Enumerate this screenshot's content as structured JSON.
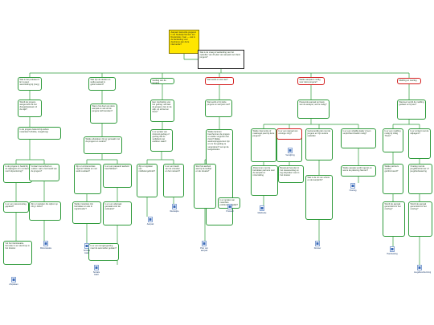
{
  "colors": {
    "connector": "#2e9a3a",
    "box_border": "#2e9a3a",
    "risk_border": "#d42020",
    "root_fill": "#ffe600",
    "resource_icon": "#3a6ab8"
  },
  "root": {
    "text": "Aanpak risicovolle jongeren in de Stedelijk Monitor 12+ Registratie / Jaar — wat is de aanleiding voor deelname aan deze interventie?"
  },
  "start": {
    "text": "Wat is de vraag of aanleiding van het opstellen van dit plan van aanpak voor deze jongere?"
  },
  "level1": [
    {
      "text": "Wat is het probleem? Er is geen aanmelding bij (zorg)"
    },
    {
      "text": "Wat zijn de doelen en welke aanpak is geformuleerd?"
    },
    {
      "text": "Gedrag van de jongere"
    },
    {
      "text": "Wat werkt en wat niet?"
    },
    {
      "text": "Welke aanpak is nodig voor deze jongere?"
    },
    {
      "text": "Melding en overleg"
    }
  ],
  "col1": [
    {
      "text": "Wordt de jongere aangemeld via het Zorgadviesteam of de wijk?"
    },
    {
      "text": "Is de jongere bekend bij andere instanties? (Politie, Jeugdzorg)"
    },
    {
      "text": "Is de jongere in beeld bij de wijkagent of in contact met hulpverlening?"
    },
    {
      "text": "Contact met school en ouders: wat is het beeld van de jongere?"
    },
    {
      "text": "Is er een casusoverleg gepland?"
    },
    {
      "text": "Zijn er signalen die wijzen op zorg / risico?"
    },
    {
      "text": "Vul het risicotaxatie-formulier in en sla dit op in het dossier."
    }
  ],
  "col2": [
    {
      "text": "Wat is het doel van deze aanpak en wat wil de jongere zelf bereiken?"
    },
    {
      "text": "Welke afspraken zijn er gemaakt met de jongere en ouders?"
    },
    {
      "text": "Zijn er al interventies ingezet? Welke en met welk resultaat?"
    },
    {
      "text": "Is er een passend aanbod beschikbaar?"
    },
    {
      "text": "Welke instanties zijn betrokken en wie is regiehouder?"
    },
    {
      "text": "Is er een afspraak gemaakt voor de evaluatie?"
    },
    {
      "text": "Is er een terugkoppeling naar de aanmelder gedaan?"
    }
  ],
  "col3": [
    {
      "text": "Een inschatting van het gedrag: wat laat de jongere zien in de wijk, op school en thuis?"
    },
    {
      "text": "Is er sprake van risicovol gedrag of gedrag dat de veiligheid van anderen raakt?"
    },
    {
      "text": "Zijn er signalen van middelengebruik?"
    },
    {
      "text": "Is er een beeld van de vrienden en het netwerk?"
    }
  ],
  "col4": [
    {
      "text": "Wat werkt er bij deze jongere en wat juist niet?"
    },
    {
      "text": "Welke factoren beschermen de jongere en welke vergroten het risico? Welke aanknopingspunten zijn er om het gedrag te veranderen? Let op de leefgebieden."
    },
    {
      "text": "Sluit het aanbod aan bij de leeftijd en de situatie?"
    },
    {
      "text": "Is er sprake van meerdere problemen tegelijk?"
    }
  ],
  "col5": [
    {
      "text": "Passende aanpak op basis van de analyse, wat is nodig?"
    },
    {
      "text": "Welke interventie of maatregel past bij deze jongere?"
    },
    {
      "text": "Aanvullende aanbod nodig? Zie de sociale kaart"
    },
    {
      "text": "Is er een signaal van ernstige zorg?"
    },
    {
      "text": "Gezamenlijk plan met de jongere en zijn ouders opstellen"
    },
    {
      "text": "Is er een vrijwillig kader of een verplichtend kader nodig?"
    },
    {
      "text": "Afstemmen met de betrokken partners over de aanpak en rolverdeling"
    },
    {
      "text": "Wat is de rol van school en de leerplicht?"
    },
    {
      "text": "Welke aanpak wordt ingezet en wat is de planning hiervan?"
    },
    {
      "text": "Bespreek het plan in het casusoverleg en leg afspraken vast in het dossier"
    }
  ],
  "col6": [
    {
      "text": "Wanneer wordt de melding gedaan en bij wie?"
    },
    {
      "text": "Is er een melding nodig bij Veilig Thuis?"
    },
    {
      "text": "Is er contact met de wijkagent?"
    },
    {
      "text": "Welke partners worden geïnformeerd?"
    },
    {
      "text": "Overleg met de jeugdbeschermer of jeugdreclassering"
    },
    {
      "text": "Wordt de aanpak gemonitord in het overleg?"
    }
  ],
  "resources": [
    {
      "label": "Risicotaxatie"
    },
    {
      "label": "Sociale kaart"
    },
    {
      "label": "Aanpak"
    },
    {
      "label": "Werkwijze"
    },
    {
      "label": "Plan van aanpak"
    },
    {
      "label": "Protocol"
    },
    {
      "label": "Meldcode"
    },
    {
      "label": "Verwijzing"
    },
    {
      "label": "Dossier"
    },
    {
      "label": "Overleg"
    },
    {
      "label": "Handreiking"
    },
    {
      "label": "Jeugdbescherming"
    },
    {
      "label": "Afspraken"
    }
  ]
}
